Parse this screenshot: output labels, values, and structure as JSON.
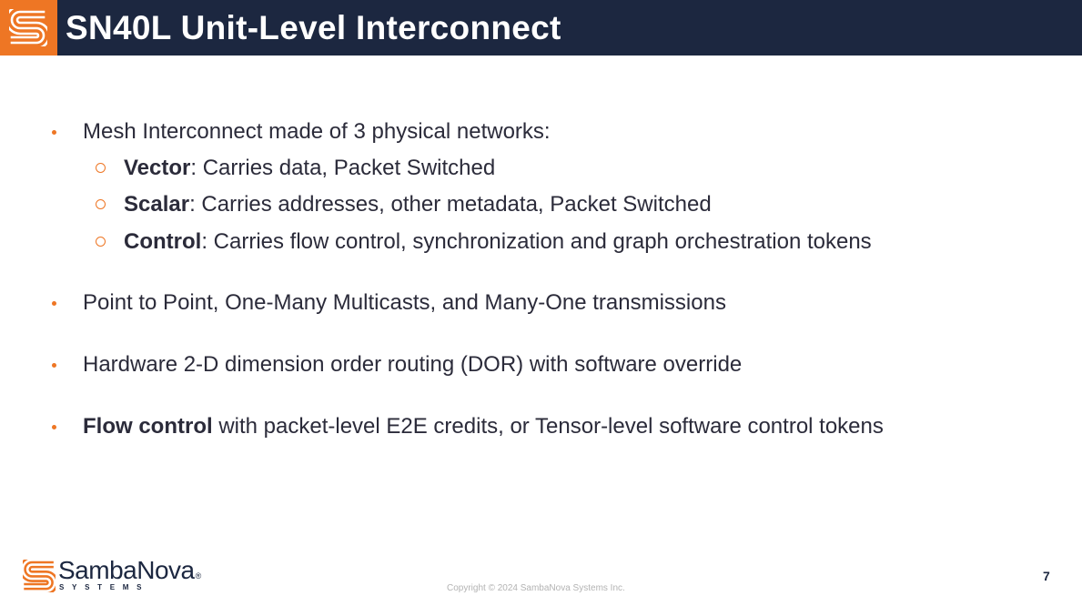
{
  "header": {
    "title": "SN40L Unit-Level Interconnect",
    "logo_icon": "sambanova-s-icon",
    "bg_color": "#1c2740",
    "accent_color": "#ee7624"
  },
  "bullets": [
    {
      "bold": "",
      "text": "Mesh Interconnect made of 3 physical networks:",
      "sub": [
        {
          "bold": "Vector",
          "text": ": Carries data, Packet Switched"
        },
        {
          "bold": "Scalar",
          "text": ": Carries addresses, other metadata, Packet Switched"
        },
        {
          "bold": "Control",
          "text": ": Carries flow control, synchronization and graph orchestration tokens"
        }
      ]
    },
    {
      "bold": "",
      "text": "Point to Point, One-Many Multicasts, and Many-One transmissions"
    },
    {
      "bold": "",
      "text": "Hardware 2-D dimension order routing (DOR) with software override"
    },
    {
      "bold": "Flow control",
      "text": " with packet-level E2E credits, or Tensor-level software control tokens"
    }
  ],
  "footer": {
    "brand_name": "SambaNova",
    "brand_registered": "®",
    "brand_sub": "SYSTEMS",
    "copyright": "Copyright © 2024 SambaNova Systems Inc.",
    "page_number": "7"
  }
}
